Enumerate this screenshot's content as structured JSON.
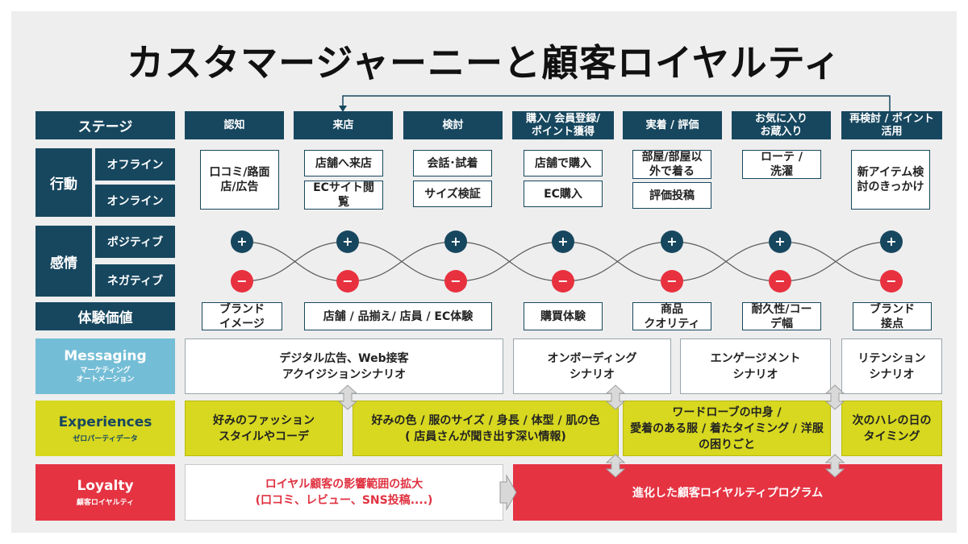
{
  "title": "カスタマージャーニーと顧客ロイヤルティ",
  "row_labels": {
    "stage": "ステージ",
    "action": "行動",
    "action_offline": "オフライン",
    "action_online": "オンライン",
    "emotion": "感情",
    "emotion_positive": "ポジティブ",
    "emotion_negative": "ネガティブ",
    "value": "体験価値"
  },
  "stages": [
    "認知",
    "来店",
    "検討",
    "購入/ 会員登録/\nポイント獲得",
    "実着 / 評価",
    "お気に入り\nお蔵入り",
    "再検討 / ポイント\n活用"
  ],
  "actions": {
    "ninchi": "口コミ/路面\n店/広告",
    "raiten_offline": "店舗へ来店",
    "raiten_online": "ECサイト閲\n覧",
    "kento_offline": "会話･試着",
    "kento_online": "サイズ検証",
    "kounyu_offline": "店舗で購入",
    "kounyu_online": "EC購入",
    "jichaku_offline": "部屋/部屋以\n外で着る",
    "jichaku_online": "評価投稿",
    "okiniiri": "ローテ /\n洗濯",
    "saikento": "新アイテム検\n討のきっかけ"
  },
  "emotion_symbols": {
    "plus": "+",
    "minus": "−"
  },
  "values": {
    "v1": "ブランド\nイメージ",
    "v2": "店舗 / 品揃え/ 店員 / EC体験",
    "v3": "購買体験",
    "v4": "商品\nクオリティ",
    "v5": "耐久性/コー\nデ幅",
    "v6": "ブランド\n接点"
  },
  "messaging": {
    "label_en": "Messaging",
    "label_ja": "マーケティング\nオートメーション",
    "m1": "デジタル広告、Web接客\nアクイジションシナリオ",
    "m2": "オンボーディング\nシナリオ",
    "m3": "エンゲージメント\nシナリオ",
    "m4": "リテンション\nシナリオ"
  },
  "experiences": {
    "label_en": "Experiences",
    "label_ja": "ゼロパーティデータ",
    "e1": "好みのファッション\nスタイルやコーデ",
    "e2": "好みの色 / 服のサイズ / 身長 / 体型 / 肌の色\n( 店員さんが聞き出す深い情報)",
    "e3": "ワードローブの中身 /\n愛着のある服 / 着たタイミング / 洋服\nの困りごと",
    "e4": "次のハレの日の\nタイミング"
  },
  "loyalty": {
    "label_en": "Loyalty",
    "label_ja": "顧客ロイヤルティ",
    "l1": "ロイヤル顧客の影響範囲の拡大\n(口コミ、レビュー、SNS投稿....)",
    "l2": "進化した顧客ロイヤルティプログラム"
  },
  "colors": {
    "navy": "#17475f",
    "positive": "#17475f",
    "negative": "#e8313f",
    "messaging_band": "#74bdd6",
    "experiences_band": "#d7d81f",
    "loyalty_band": "#e53342"
  }
}
